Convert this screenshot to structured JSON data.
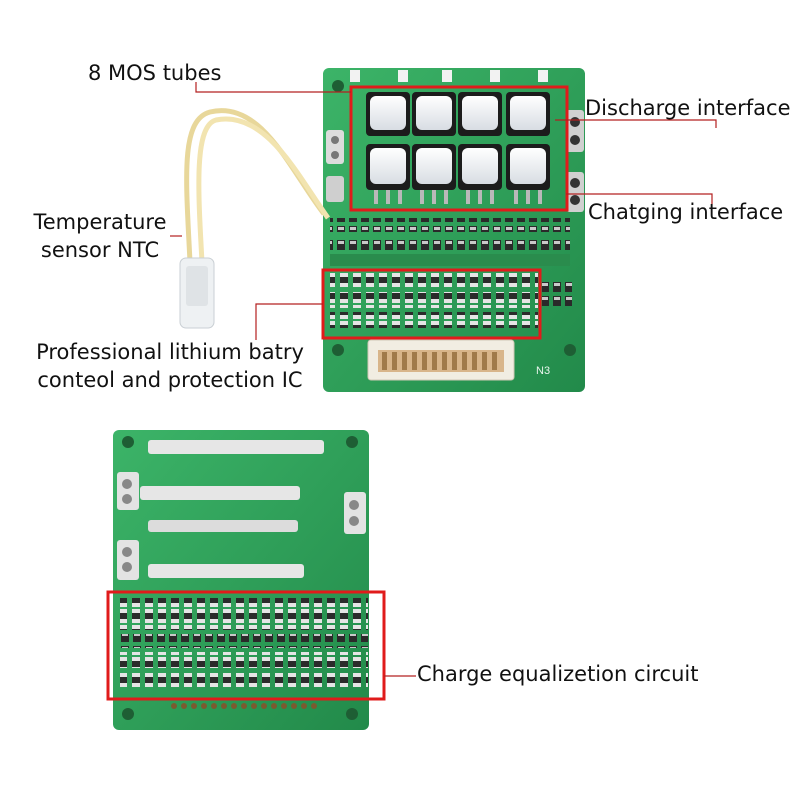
{
  "labels": {
    "mos_tubes": "8 MOS tubes",
    "discharge": "Discharge interface",
    "charging": "Chatging interface",
    "temp_line1": "Temperature",
    "temp_line2": "sensor NTC",
    "ic_line1": "Professional lithium batry",
    "ic_line2": "conteol and protection IC",
    "equalization": "Charge equalizetion circuit"
  },
  "board_markings": {
    "connector_label": "N3"
  },
  "colors": {
    "pcb_green": "#2fa35a",
    "pcb_dark": "#1f7f43",
    "highlight_red": "#e01b1b",
    "leader_line": "#b32020",
    "wire": "#e8d79a"
  }
}
